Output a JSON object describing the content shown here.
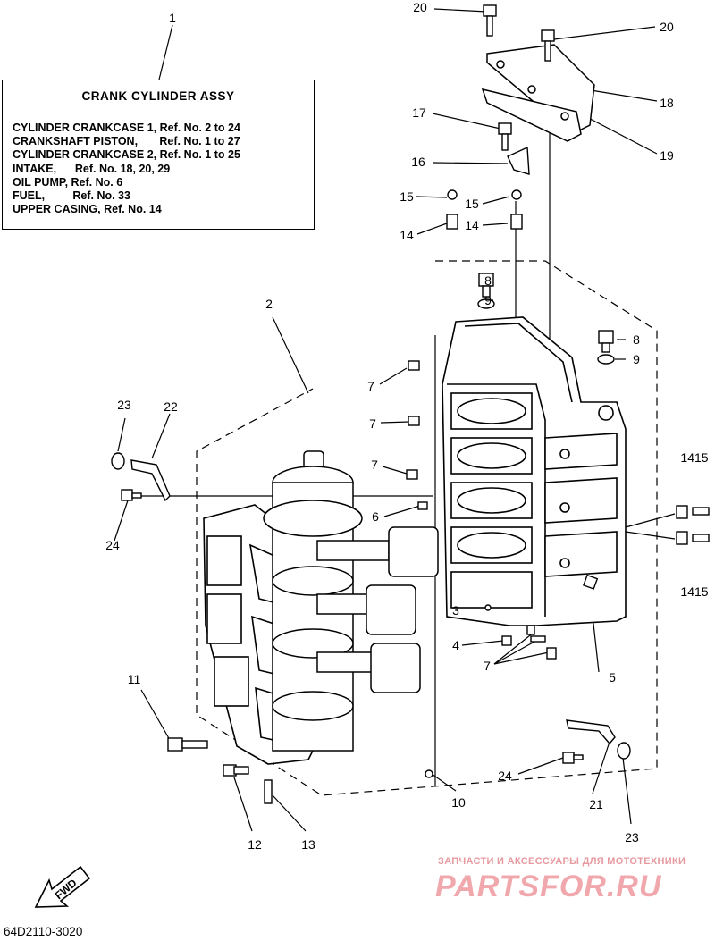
{
  "info_box": {
    "title": "CRANK  CYLINDER ASSY",
    "lines": [
      "CYLINDER CRANKCASE 1, Ref. No. 2 to 24",
      "CRANKSHAFT PISTON,       Ref. No. 1 to 27",
      "CYLINDER CRANKCASE 2, Ref. No. 1 to 25",
      "INTAKE,      Ref. No. 18, 20, 29",
      "OIL PUMP, Ref. No. 6",
      "FUEL,         Ref. No. 33",
      "UPPER CASING, Ref. No. 14"
    ]
  },
  "callouts": {
    "n1": "1",
    "n2": "2",
    "n3": "3",
    "n4": "4",
    "n5": "5",
    "n6": "6",
    "n7a": "7",
    "n7b": "7",
    "n7c": "7",
    "n7d": "7",
    "n8a": "8",
    "n8b": "8",
    "n9a": "9",
    "n9b": "9",
    "n10": "10",
    "n11": "11",
    "n12": "12",
    "n13": "13",
    "n14a": "14",
    "n14b": "14",
    "n15a": "15",
    "n15b": "15",
    "n1415a": "1415",
    "n1415b": "1415",
    "n16": "16",
    "n17": "17",
    "n18": "18",
    "n19": "19",
    "n20a": "20",
    "n20b": "20",
    "n21": "21",
    "n22": "22",
    "n23a": "23",
    "n23b": "23",
    "n24a": "24",
    "n24b": "24"
  },
  "fwd_label": "FWD",
  "diagram_code": "64D2110-3020",
  "watermark": {
    "line1": "ЗАПЧАСТИ И АКСЕССУАРЫ ДЛЯ МОТОТЕХНИКИ",
    "line2": "PARTSFOR.RU"
  },
  "colors": {
    "ink": "#000000",
    "watermark": "#f0a8ad"
  }
}
